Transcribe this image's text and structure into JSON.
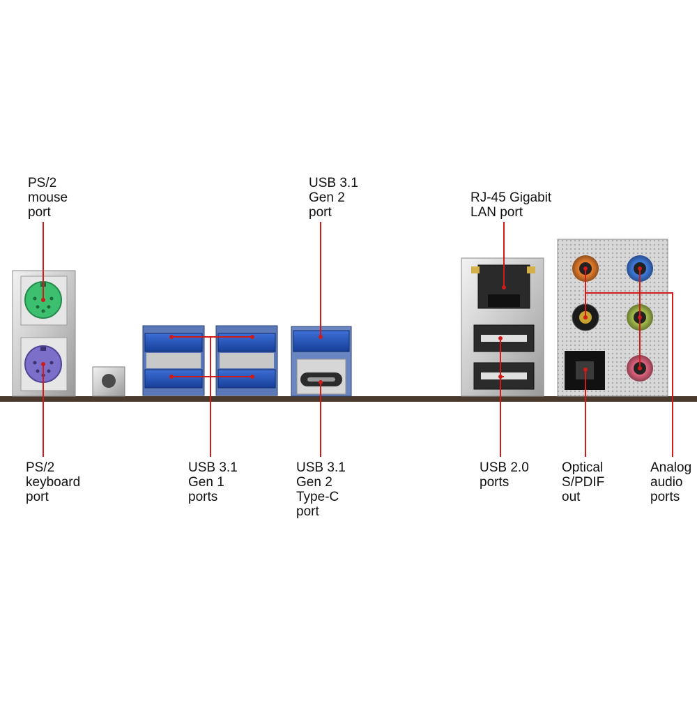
{
  "labels": {
    "ps2_mouse": "PS/2\nmouse\nport",
    "ps2_keyboard": "PS/2\nkeyboard\nport",
    "usb31_gen1": "USB 3.1\nGen 1\nports",
    "usb31_gen2": "USB 3.1\nGen 2\nport",
    "usb31_gen2_typec": "USB 3.1\nGen 2\nType-C\nport",
    "rj45": "RJ-45 Gigabit\nLAN port",
    "usb20": "USB 2.0\nports",
    "spdif": "Optical\nS/PDIF\nout",
    "audio": "Analog\naudio\nports"
  },
  "colors": {
    "leader": "#d11a1a",
    "ps2_mouse": "#3cbf6e",
    "ps2_keyboard": "#7b6fc9",
    "usb3": "#1f4fb8",
    "audio_orange": "#e07a2b",
    "audio_blue": "#3d78d8",
    "audio_black": "#1b1b1b",
    "audio_green": "#9fb84a",
    "audio_pink": "#d9607a",
    "board": "#4a3a2e"
  }
}
